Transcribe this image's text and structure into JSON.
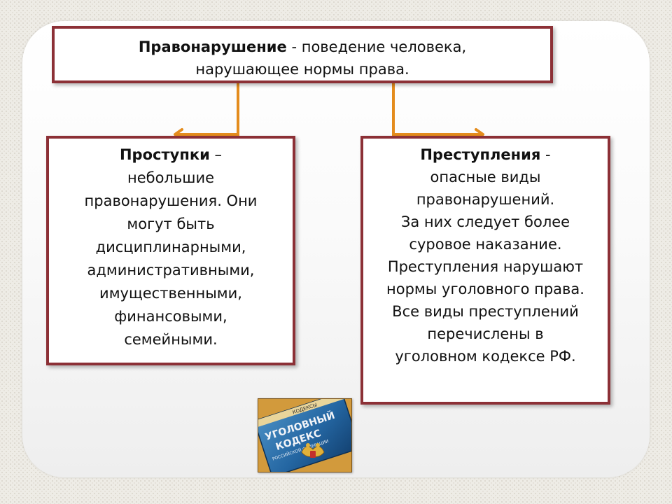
{
  "top": {
    "term": "Правонарушение",
    "rest_line1": " - поведение человека,",
    "line2": "нарушающее нормы права."
  },
  "left": {
    "term": "Проступки",
    "sep": " –",
    "lines": [
      "небольшие",
      "правонарушения. Они",
      "могут быть",
      "дисциплинарными,",
      "административными,",
      "имущественными,",
      "финансовыми,",
      "семейными."
    ]
  },
  "right": {
    "term": "Преступления",
    "sep": " -",
    "lines": [
      "опасные виды",
      "правонарушений.",
      "За них следует более",
      "суровое наказание.",
      "Преступления нарушают",
      "нормы уголовного права.",
      "Все виды преступлений",
      "перечислены в",
      "уголовном кодексе РФ."
    ]
  },
  "book": {
    "strip": "КОДЕКСЫ",
    "title1": "УГОЛОВНЫЙ",
    "title2": "КОДЕКС",
    "subtitle": "РОССИЙСКОЙ ФЕДЕРАЦИИ"
  },
  "colors": {
    "box_border": "#8c3036",
    "connector": "#e48c1d"
  }
}
